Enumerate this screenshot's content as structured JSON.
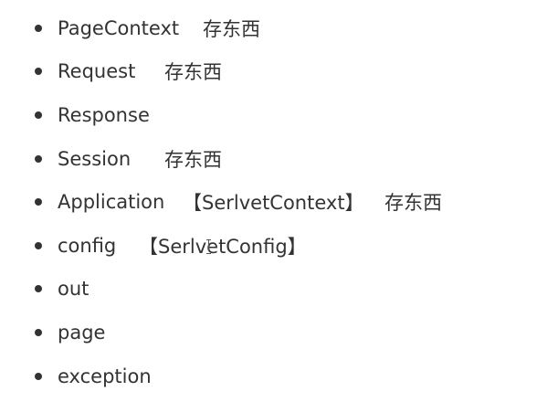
{
  "list": {
    "items": [
      {
        "name": "PageContext",
        "bracket": "",
        "note": "存东西"
      },
      {
        "name": "Request",
        "bracket": "",
        "note": "存东西"
      },
      {
        "name": "Response",
        "bracket": "",
        "note": ""
      },
      {
        "name": "Session",
        "bracket": "",
        "note": "存东西"
      },
      {
        "name": "Application",
        "bracket": "【SerlvetContext】",
        "note": "存东西"
      },
      {
        "name": "config",
        "bracket": "【SerlvetConfig】",
        "note": ""
      },
      {
        "name": "out",
        "bracket": "",
        "note": ""
      },
      {
        "name": "page",
        "bracket": "",
        "note": ""
      },
      {
        "name": "exception",
        "bracket": "",
        "note": ""
      }
    ]
  },
  "colors": {
    "text": "#333333",
    "background": "#ffffff"
  }
}
